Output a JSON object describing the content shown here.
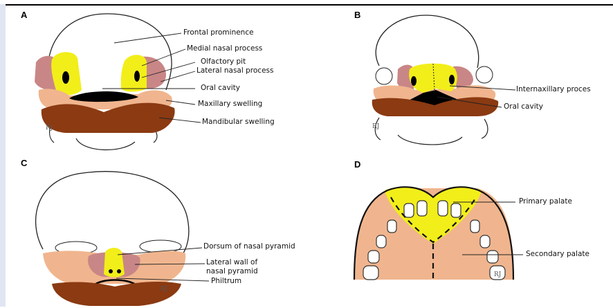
{
  "panels": {
    "a": {
      "letter": "A",
      "labels": {
        "frontal": "Frontal prominence",
        "medial": "Medial nasal process",
        "olfactory": "Olfactory pit",
        "lateral": "Lateral nasal process",
        "oral": "Oral cavity",
        "maxillary": "Maxillary swelling",
        "mandibular": "Mandibular swelling"
      },
      "signature": "RJ"
    },
    "b": {
      "letter": "B",
      "labels": {
        "internax": "Internaxillary proces",
        "oral": "Oral cavity"
      },
      "signature": "RJ"
    },
    "c": {
      "letter": "C",
      "labels": {
        "dorsum": "Dorsum of nasal pyramid",
        "lateral_wall_1": "Lateral wall of",
        "lateral_wall_2": "nasal pyramid",
        "philtrum": "Philtrum"
      },
      "signature": "RJ"
    },
    "d": {
      "letter": "D",
      "labels": {
        "primary": "Primary palate",
        "secondary": "Secondary palate"
      },
      "signature": "RJ"
    }
  },
  "colors": {
    "medial": "#f2ee1a",
    "lateral": "#c98686",
    "maxillary": "#f0b58e",
    "mandibular": "#8b3a12",
    "oral": "#000000"
  }
}
